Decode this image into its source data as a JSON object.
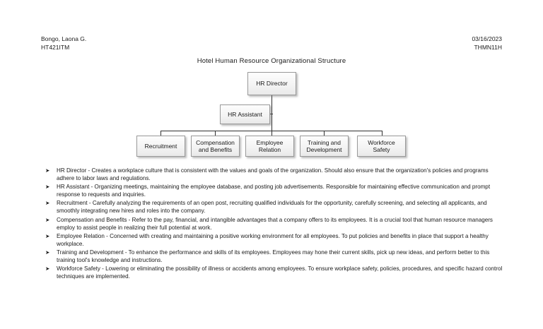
{
  "header": {
    "left": "Bongo, Laona G.\nHT421ITM",
    "right": "03/16/2023\nTHMN11H"
  },
  "chart": {
    "title": "Hotel Human Resource Organizational Structure",
    "nodes": {
      "director": "HR Director",
      "assistant": "HR Assistant",
      "level3": [
        "Recruitment",
        "Compensation\nand Benefits",
        "Employee\nRelation",
        "Training and\nDevelopment",
        "Workforce\nSafety"
      ]
    }
  },
  "bullets": {
    "marker": "➤",
    "items": [
      "HR Director - Creates a workplace culture that is consistent with the values and goals of the organization. Should also ensure that the organization's policies and programs adhere to labor laws and regulations.",
      "HR Assistant - Organizing meetings, maintaining the employee database, and posting job advertisements. Responsible for maintaining effective communication and prompt response to requests and inquiries.",
      "Recruitment - Carefully analyzing the requirements of an open post, recruiting qualified individuals for the opportunity, carefully screening, and selecting all applicants, and smoothly integrating new hires and roles into the company.",
      "Compensation and Benefits - Refer to the pay, financial, and intangible advantages that a company offers to its employees. It is a crucial tool that human resource managers employ to assist people in realizing their full potential at work.",
      "Employee Relation - Concerned with creating and maintaining a positive working environment for all employees. To put policies and benefits in place that support a healthy workplace.",
      "Training and Development - To enhance the performance and skills of its employees. Employees may hone their current skills, pick up new ideas, and perform better to this training tool's knowledge and instructions.",
      "Workforce Safety - Lowering or eliminating the possibility of illness or accidents among employees. To ensure workplace safety, policies, procedures, and specific hazard control techniques are implemented."
    ]
  }
}
